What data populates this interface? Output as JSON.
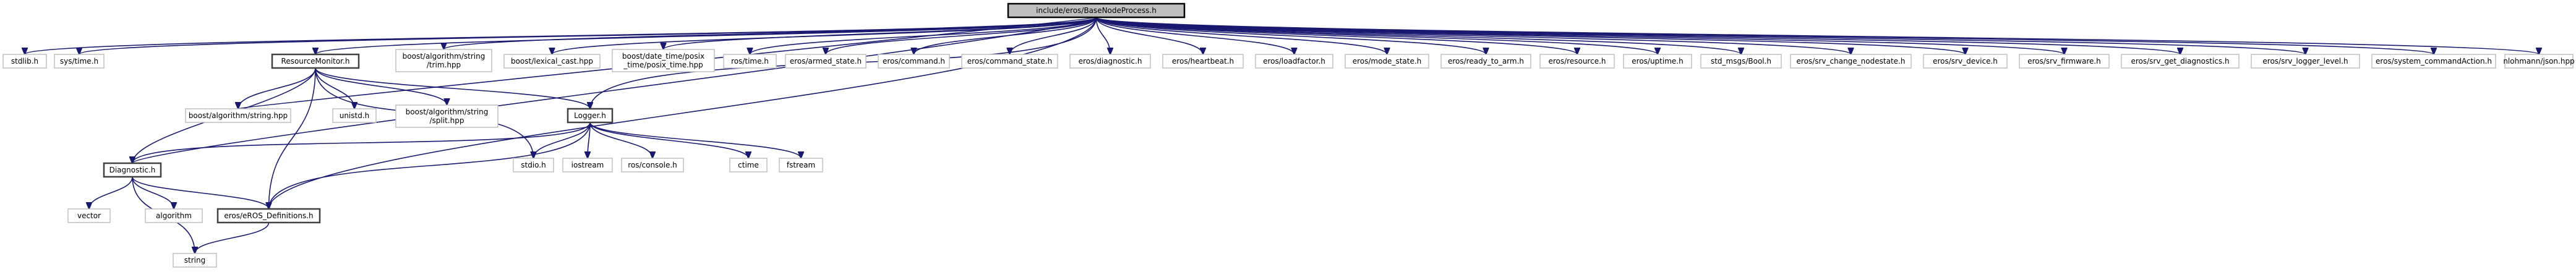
{
  "graph": {
    "edge_color": "#191970",
    "root_fill": "#bfbfbf",
    "nodes": [
      {
        "id": "root",
        "lines": [
          "include/eros/BaseNodeProcess.h"
        ],
        "kind": "root"
      },
      {
        "id": "stdlib",
        "lines": [
          "stdlib.h"
        ],
        "kind": "system"
      },
      {
        "id": "systime",
        "lines": [
          "sys/time.h"
        ],
        "kind": "system"
      },
      {
        "id": "resmon",
        "lines": [
          "ResourceMonitor.h"
        ],
        "kind": "documented"
      },
      {
        "id": "trim",
        "lines": [
          "boost/algorithm/string",
          "/trim.hpp"
        ],
        "kind": "system"
      },
      {
        "id": "lexcast",
        "lines": [
          "boost/lexical_cast.hpp"
        ],
        "kind": "system"
      },
      {
        "id": "posixtime",
        "lines": [
          "boost/date_time/posix",
          "_time/posix_time.hpp"
        ],
        "kind": "system"
      },
      {
        "id": "rostime",
        "lines": [
          "ros/time.h"
        ],
        "kind": "system"
      },
      {
        "id": "armed",
        "lines": [
          "eros/armed_state.h"
        ],
        "kind": "system"
      },
      {
        "id": "command",
        "lines": [
          "eros/command.h"
        ],
        "kind": "system"
      },
      {
        "id": "cmdstate",
        "lines": [
          "eros/command_state.h"
        ],
        "kind": "system"
      },
      {
        "id": "diagmsg",
        "lines": [
          "eros/diagnostic.h"
        ],
        "kind": "system"
      },
      {
        "id": "heartbeat",
        "lines": [
          "eros/heartbeat.h"
        ],
        "kind": "system"
      },
      {
        "id": "loadfactor",
        "lines": [
          "eros/loadfactor.h"
        ],
        "kind": "system"
      },
      {
        "id": "mode",
        "lines": [
          "eros/mode_state.h"
        ],
        "kind": "system"
      },
      {
        "id": "ready",
        "lines": [
          "eros/ready_to_arm.h"
        ],
        "kind": "system"
      },
      {
        "id": "resource",
        "lines": [
          "eros/resource.h"
        ],
        "kind": "system"
      },
      {
        "id": "uptime",
        "lines": [
          "eros/uptime.h"
        ],
        "kind": "system"
      },
      {
        "id": "boolmsg",
        "lines": [
          "std_msgs/Bool.h"
        ],
        "kind": "system"
      },
      {
        "id": "srvnode",
        "lines": [
          "eros/srv_change_nodestate.h"
        ],
        "kind": "system"
      },
      {
        "id": "srvdevice",
        "lines": [
          "eros/srv_device.h"
        ],
        "kind": "system"
      },
      {
        "id": "srvfw",
        "lines": [
          "eros/srv_firmware.h"
        ],
        "kind": "system"
      },
      {
        "id": "srvgetdiag",
        "lines": [
          "eros/srv_get_diagnostics.h"
        ],
        "kind": "system"
      },
      {
        "id": "srvlogger",
        "lines": [
          "eros/srv_logger_level.h"
        ],
        "kind": "system"
      },
      {
        "id": "syscmd",
        "lines": [
          "eros/system_commandAction.h"
        ],
        "kind": "system"
      },
      {
        "id": "json",
        "lines": [
          "nlohmann/json.hpp"
        ],
        "kind": "system"
      },
      {
        "id": "algstring",
        "lines": [
          "boost/algorithm/string.hpp"
        ],
        "kind": "system"
      },
      {
        "id": "unistd",
        "lines": [
          "unistd.h"
        ],
        "kind": "system"
      },
      {
        "id": "split",
        "lines": [
          "boost/algorithm/string",
          "/split.hpp"
        ],
        "kind": "system"
      },
      {
        "id": "logger",
        "lines": [
          "Logger.h"
        ],
        "kind": "documented"
      },
      {
        "id": "stdio",
        "lines": [
          "stdio.h"
        ],
        "kind": "system"
      },
      {
        "id": "iostream",
        "lines": [
          "iostream"
        ],
        "kind": "system"
      },
      {
        "id": "console",
        "lines": [
          "ros/console.h"
        ],
        "kind": "system"
      },
      {
        "id": "ctime",
        "lines": [
          "ctime"
        ],
        "kind": "system"
      },
      {
        "id": "fstream",
        "lines": [
          "fstream"
        ],
        "kind": "system"
      },
      {
        "id": "diagnostic",
        "lines": [
          "Diagnostic.h"
        ],
        "kind": "documented"
      },
      {
        "id": "vector",
        "lines": [
          "vector"
        ],
        "kind": "system"
      },
      {
        "id": "algorithm",
        "lines": [
          "algorithm"
        ],
        "kind": "system"
      },
      {
        "id": "erosdefs",
        "lines": [
          "eros/eROS_Definitions.h"
        ],
        "kind": "documented"
      },
      {
        "id": "string",
        "lines": [
          "string"
        ],
        "kind": "system"
      }
    ],
    "edges": [
      [
        "root",
        "stdlib"
      ],
      [
        "root",
        "systime"
      ],
      [
        "root",
        "resmon"
      ],
      [
        "root",
        "trim"
      ],
      [
        "root",
        "lexcast"
      ],
      [
        "root",
        "posixtime"
      ],
      [
        "root",
        "rostime"
      ],
      [
        "root",
        "armed"
      ],
      [
        "root",
        "command"
      ],
      [
        "root",
        "cmdstate"
      ],
      [
        "root",
        "diagmsg"
      ],
      [
        "root",
        "heartbeat"
      ],
      [
        "root",
        "loadfactor"
      ],
      [
        "root",
        "mode"
      ],
      [
        "root",
        "ready"
      ],
      [
        "root",
        "resource"
      ],
      [
        "root",
        "uptime"
      ],
      [
        "root",
        "boolmsg"
      ],
      [
        "root",
        "srvnode"
      ],
      [
        "root",
        "srvdevice"
      ],
      [
        "root",
        "srvfw"
      ],
      [
        "root",
        "srvgetdiag"
      ],
      [
        "root",
        "srvlogger"
      ],
      [
        "root",
        "syscmd"
      ],
      [
        "root",
        "json"
      ],
      [
        "root",
        "diagnostic"
      ],
      [
        "root",
        "logger"
      ],
      [
        "root",
        "erosdefs"
      ],
      [
        "root",
        "algstring"
      ],
      [
        "resmon",
        "algstring"
      ],
      [
        "resmon",
        "unistd"
      ],
      [
        "resmon",
        "split"
      ],
      [
        "resmon",
        "logger"
      ],
      [
        "resmon",
        "stdio"
      ],
      [
        "resmon",
        "diagnostic"
      ],
      [
        "resmon",
        "erosdefs"
      ],
      [
        "logger",
        "stdio"
      ],
      [
        "logger",
        "iostream"
      ],
      [
        "logger",
        "console"
      ],
      [
        "logger",
        "ctime"
      ],
      [
        "logger",
        "fstream"
      ],
      [
        "logger",
        "diagnostic"
      ],
      [
        "logger",
        "erosdefs"
      ],
      [
        "diagnostic",
        "vector"
      ],
      [
        "diagnostic",
        "algorithm"
      ],
      [
        "diagnostic",
        "string"
      ],
      [
        "diagnostic",
        "erosdefs"
      ],
      [
        "erosdefs",
        "string"
      ]
    ]
  }
}
